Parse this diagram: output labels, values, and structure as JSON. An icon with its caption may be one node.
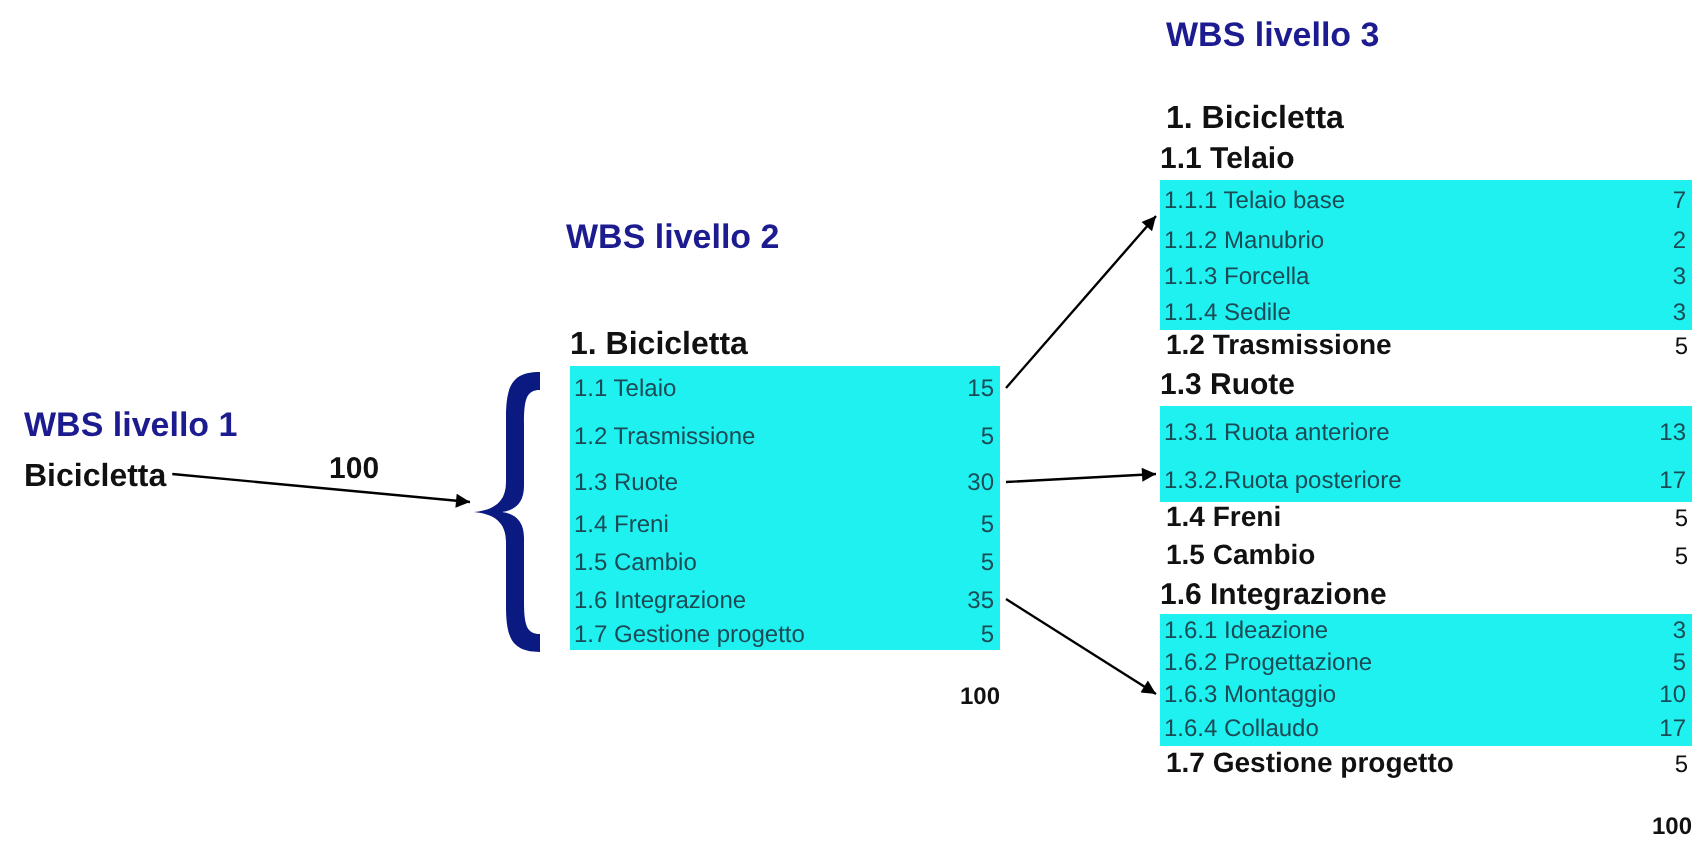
{
  "diagram": {
    "nodes": [
      {
        "text": [
          "Bicicletta"
        ]
      },
      {
        "text": [
          "1. Bicicletta"
        ]
      },
      {
        "text": [
          "1.1 Telaio",
          "15"
        ],
        "in": 1
      },
      {
        "text": [
          "1.2 Trasmissione",
          "5"
        ],
        "in": 1
      },
      {
        "text": [
          "1.3 Ruote",
          "30"
        ],
        "in": 1
      },
      {
        "text": [
          "1.4 Freni",
          "5"
        ],
        "in": 1
      },
      {
        "text": [
          "1.5 Cambio",
          "5"
        ],
        "in": 1
      },
      {
        "text": [
          "1.6 Integrazione",
          "35"
        ],
        "in": 1
      },
      {
        "text": [
          "1.7 Gestione progetto",
          "5"
        ],
        "in": 1
      },
      {
        "text": [
          "1.1 Telaio"
        ]
      },
      {
        "text": [
          "1.1.1 Telaio base",
          "7"
        ],
        "in": 9
      },
      {
        "text": [
          "1.1.2 Manubrio",
          "2"
        ],
        "in": 9
      },
      {
        "text": [
          "1.1.3 Forcella",
          "3"
        ],
        "in": 9
      },
      {
        "text": [
          "1.1.4 Sedile",
          "3"
        ],
        "in": 9
      },
      {
        "text": [
          "1.3 Ruote"
        ]
      },
      {
        "text": [
          "1.3.1 Ruota anteriore",
          "13"
        ],
        "in": 14
      },
      {
        "text": [
          "1.3.2.Ruota posteriore",
          "17"
        ],
        "in": 14
      },
      {
        "text": [
          "1.6 Integrazione"
        ]
      },
      {
        "text": [
          "1.6.1 Ideazione",
          "3"
        ],
        "in": 17
      },
      {
        "text": [
          "1.6.2 Progettazione",
          "5"
        ],
        "in": 17
      },
      {
        "text": [
          "1.6.3 Montaggio",
          "10"
        ],
        "in": 17
      },
      {
        "text": [
          "1.6.4 Collaudo",
          "17"
        ],
        "in": 17
      },
      {
        "text": [],
        "shape": "bracket"
      }
    ],
    "edges": [
      {
        "from": 0,
        "to": 22,
        "arrow": "to",
        "label": "100"
      },
      {
        "from": 2,
        "to": 9,
        "arrow": "to"
      },
      {
        "from": 4,
        "to": 14,
        "arrow": "to"
      },
      {
        "from": 7,
        "to": 17,
        "arrow": "to"
      }
    ],
    "labels": [
      "WBS livello 3",
      "WBS livello 2",
      "WBS livello 1",
      "1. Bicicletta",
      "1.2 Trasmissione",
      "5",
      "1.4 Freni",
      "5",
      "1.5 Cambio",
      "5",
      "100",
      "1.7 Gestione progetto",
      "5",
      "100"
    ]
  }
}
